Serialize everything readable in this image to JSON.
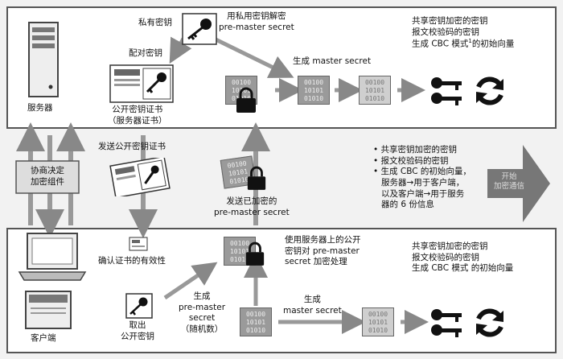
{
  "server": {
    "name": "服务器",
    "private_key": "私有密钥",
    "decrypt_note": [
      "用私用密钥解密",
      "pre-master secret"
    ],
    "pair_key": "配对密钥",
    "cert_label": [
      "公开密钥证书",
      "（服务器证书）"
    ],
    "gen_master": "生成 master secret",
    "keys_note": [
      "共享密钥加密的密钥",
      "报文校验码的密钥",
      "生成 CBC 模式",
      "的初始向量"
    ],
    "sup": "1"
  },
  "middle": {
    "negotiate": [
      "协商决定",
      "加密组件"
    ],
    "send_cert": "发送公开密钥证书",
    "send_pms": [
      "发送已加密的",
      "pre-master secret"
    ],
    "bullets": [
      "• 共享密钥加密的密钥",
      "• 报文校验码的密钥",
      "• 生成 CBC 的初始向量，",
      "服务器→用于客户端，",
      "以及客户端→用于服务",
      "器的 6 份信息"
    ],
    "start": [
      "开始",
      "加密通信"
    ]
  },
  "client": {
    "name": "客户端",
    "verify": "确认证书的有效性",
    "take_key": [
      "取出",
      "公开密钥"
    ],
    "gen_pms": [
      "生成",
      "pre-master",
      "secret",
      "（随机数）"
    ],
    "encrypt_note": [
      "使用服务器上的公开",
      "密钥对 pre-master",
      "secret 加密处理"
    ],
    "gen_master": [
      "生成",
      "master secret"
    ],
    "keys_note": [
      "共享密钥加密的密钥",
      "报文校验码的密钥",
      "生成 CBC 模式 的初始向量"
    ]
  },
  "bits_text": [
    "00100",
    "10101",
    "01010"
  ]
}
